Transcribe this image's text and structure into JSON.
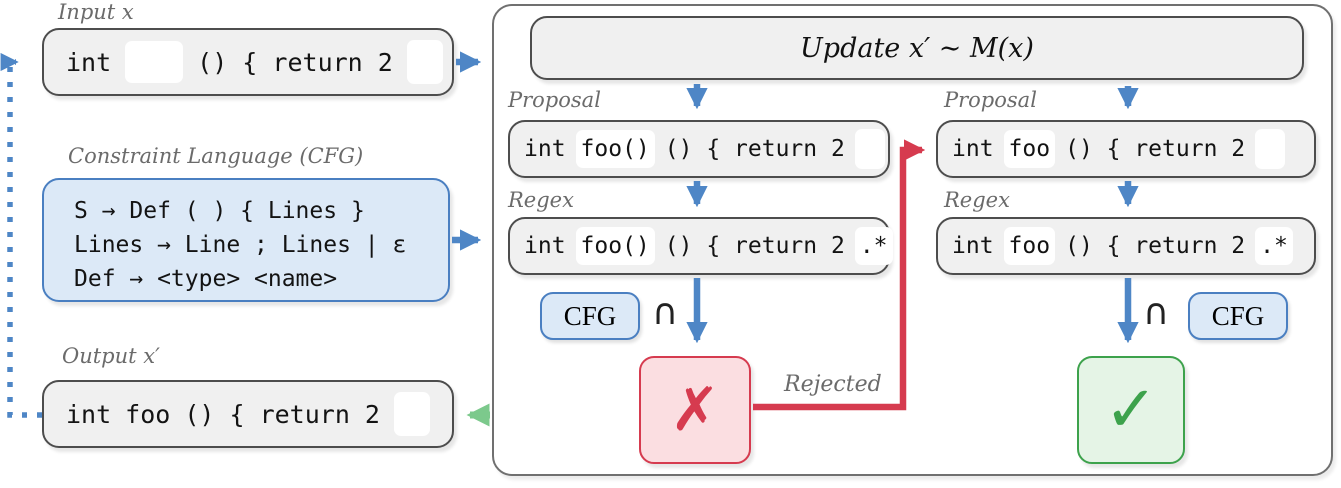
{
  "colors": {
    "blue": "#4e86c6",
    "blue_fill": "#dce9f7",
    "blue_border": "#4a7fc1",
    "gray_fill": "#f0f0f0",
    "gray_border": "#4d4d4d",
    "container_border": "#707070",
    "red": "#d63b4f",
    "red_fill": "#fbdee1",
    "green": "#3da24c",
    "green_fill": "#e5f4e6",
    "green_arrow": "#7cc98c",
    "label": "#6b6b6b"
  },
  "left": {
    "input_label": "Input x",
    "input_box": {
      "t1": "int",
      "t2": "() { return 2"
    },
    "constraint_label": "Constraint Language (CFG)",
    "grammar": [
      "S → Def ( ) { Lines }",
      "Lines → Line ; Lines | ε",
      "Def → <type> <name>"
    ],
    "output_label": "Output x′",
    "output_box": {
      "t1": "int",
      "t2": "foo",
      "t3": "() { return 2"
    }
  },
  "right": {
    "update_title": "Update x′ ∼ M(x)",
    "attempt1": {
      "proposal_label": "Proposal",
      "proposal": {
        "t1": "int",
        "hl": "foo()",
        "t2": "() { return 2"
      },
      "regex_label": "Regex",
      "regex": {
        "t1": "int",
        "hl": "foo()",
        "t2": "() { return 2",
        "hl2": ".*"
      },
      "cfg": "CFG",
      "cap": "∩",
      "result_icon": "✗",
      "rejected": "Rejected"
    },
    "attempt2": {
      "proposal_label": "Proposal",
      "proposal": {
        "t1": "int",
        "hl": "foo",
        "t2": "() { return 2"
      },
      "regex_label": "Regex",
      "regex": {
        "t1": "int",
        "hl": "foo",
        "t2": "() { return 2",
        "hl2": ".*"
      },
      "cfg": "CFG",
      "cap": "∩",
      "result_icon": "✓"
    }
  }
}
